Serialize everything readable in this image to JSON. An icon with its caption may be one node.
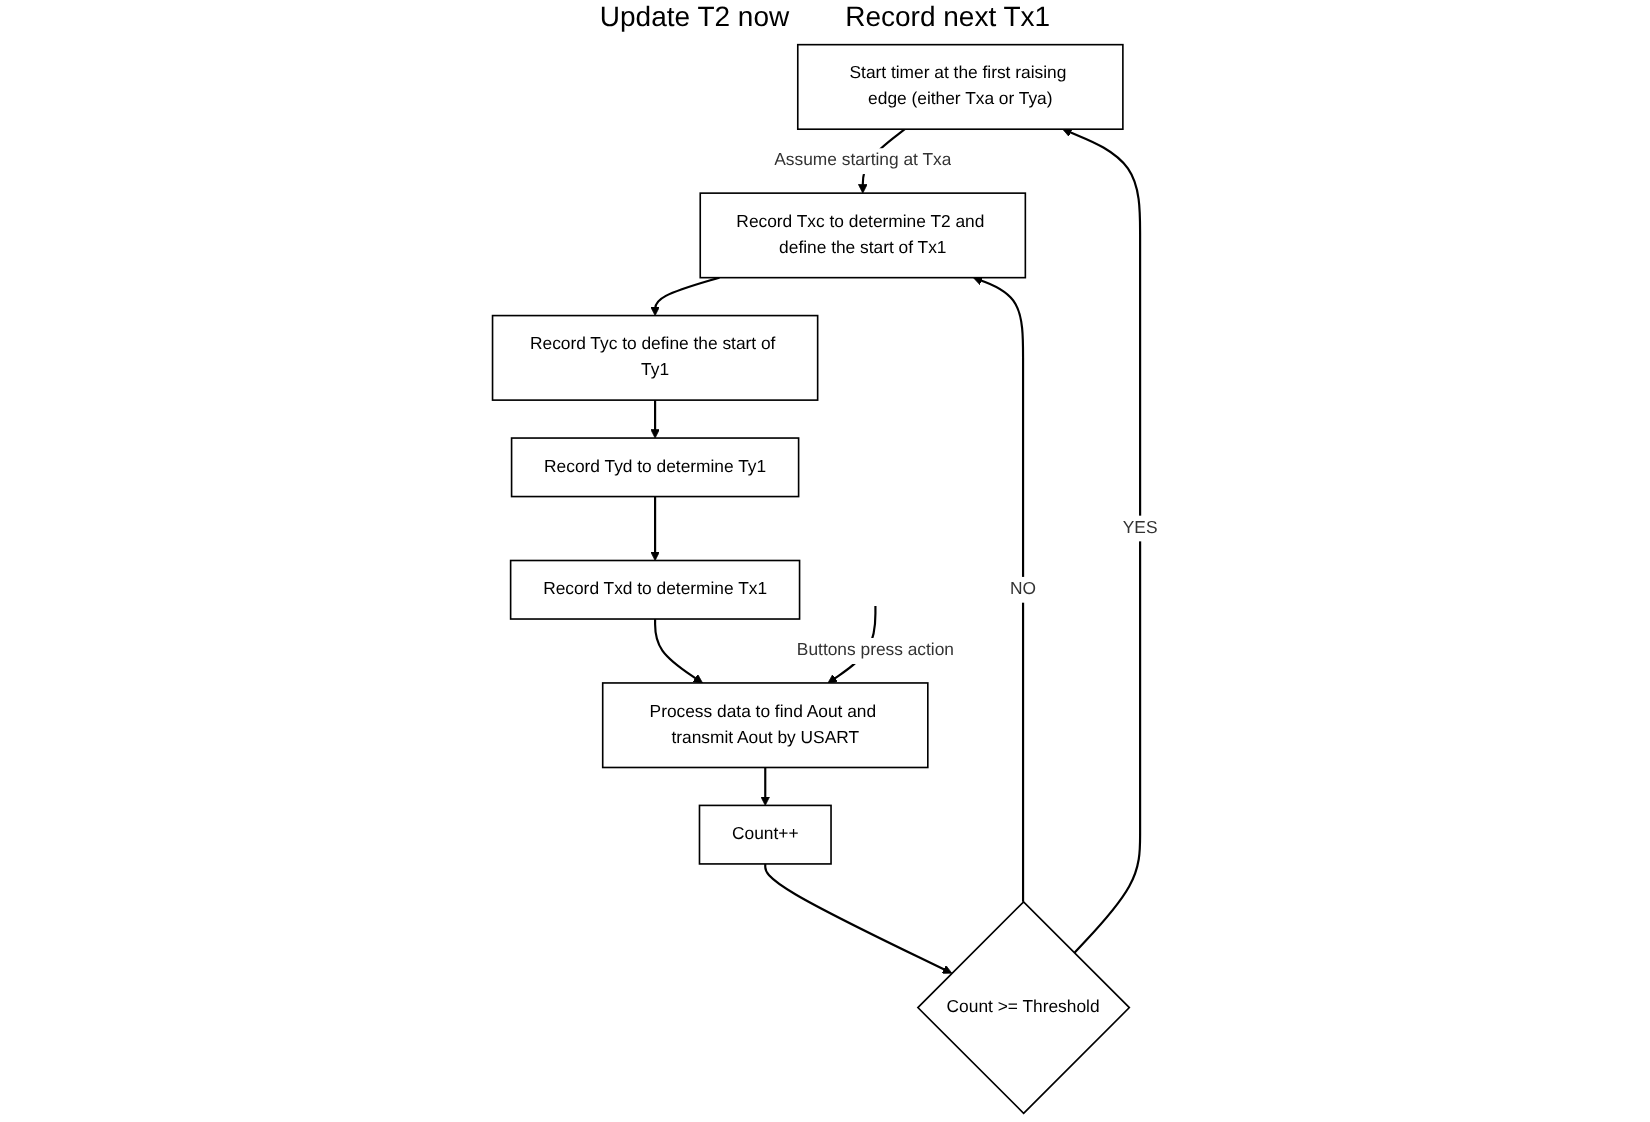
{
  "diagram": {
    "nodes": [
      {
        "text": [
          "Start timer at the first raising edge (either Txa or Tya)"
        ]
      },
      {
        "text": [
          "Record Txc to determine T2 and define the start of Tx1"
        ]
      },
      {
        "text": [
          "Record Tyc to define the start of Ty1"
        ]
      },
      {
        "text": [
          "Record Tyd to determine Ty1"
        ]
      },
      {
        "text": [
          "Record Txd to determine Tx1"
        ]
      },
      {
        "text": [
          "Process data to find Aout and transmit Aout by USART"
        ]
      },
      {
        "text": [
          "Count++"
        ]
      },
      {
        "text": [
          "Count >= Threshold"
        ]
      }
    ],
    "edges": [
      {
        "from": 0,
        "to": 1,
        "arrow": "to",
        "label": "Assume starting at Txa"
      },
      {
        "from": 1,
        "to": 2,
        "arrow": "to"
      },
      {
        "from": 2,
        "to": 3,
        "arrow": "to"
      },
      {
        "from": 3,
        "to": 4,
        "arrow": "to"
      },
      {
        "from": 4,
        "to": 5,
        "arrow": "to"
      },
      {
        "from": null,
        "to": 5,
        "arrow": "to",
        "label": "Buttons press action"
      },
      {
        "from": 5,
        "to": 6,
        "arrow": "to"
      },
      {
        "from": 6,
        "to": 7,
        "arrow": "to"
      },
      {
        "from": 7,
        "to": 0,
        "arrow": "to",
        "label": "YES"
      },
      {
        "from": 7,
        "to": 1,
        "arrow": "to",
        "label": "NO"
      }
    ],
    "labels": [
      "Update T2 now",
      "Record next Tx1"
    ]
  }
}
